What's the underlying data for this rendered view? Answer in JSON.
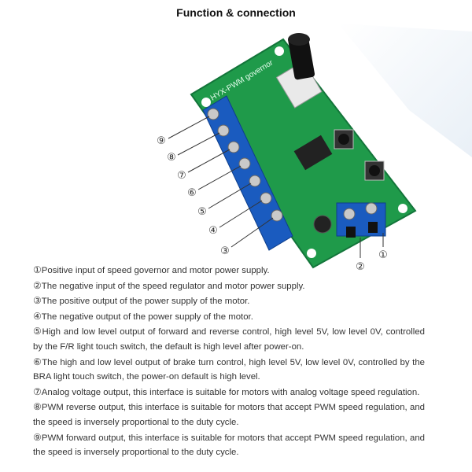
{
  "title": "Function & connection",
  "board": {
    "silkscreen": "HYX-PWM governor",
    "callouts": [
      "①",
      "②",
      "③",
      "④",
      "⑤",
      "⑥",
      "⑦",
      "⑧",
      "⑨"
    ]
  },
  "items": [
    {
      "num": "①",
      "text": "Positive input of speed governor and motor power supply."
    },
    {
      "num": "②",
      "text": "The negative input of the speed regulator and motor power supply."
    },
    {
      "num": "③",
      "text": "The positive output of the power supply of the motor."
    },
    {
      "num": "④",
      "text": "The negative output of the power supply of the motor."
    },
    {
      "num": "⑤",
      "text": "High and low level output of forward and reverse control, high level 5V, low level 0V, controlled by the F/R light touch switch, the default is high level after power-on."
    },
    {
      "num": "⑥",
      "text": "The high and low level output of brake turn control, high level 5V, low level 0V, controlled by the BRA light touch switch, the power-on default is high level."
    },
    {
      "num": "⑦",
      "text": "Analog voltage output, this interface is suitable for motors with analog voltage speed regulation."
    },
    {
      "num": "⑧",
      "text": "PWM reverse output, this interface is suitable for motors that accept PWM speed regulation, and the speed is inversely proportional to the duty cycle."
    },
    {
      "num": "⑨",
      "text": "PWM forward output, this interface is suitable for motors that accept PWM speed regulation, and the speed is inversely proportional to the duty cycle."
    }
  ]
}
